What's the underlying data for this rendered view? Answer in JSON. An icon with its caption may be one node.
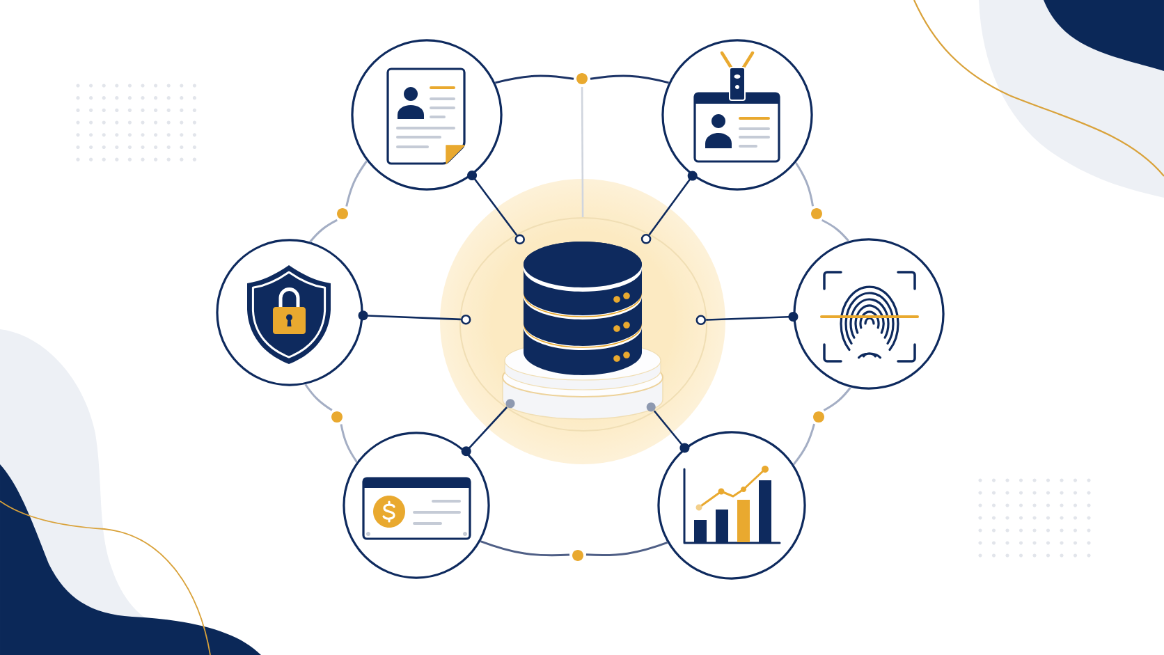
{
  "diagram": {
    "nodes": [
      {
        "text": [],
        "shape": "circle"
      },
      {
        "text": [],
        "shape": "circle"
      },
      {
        "text": [],
        "shape": "circle"
      },
      {
        "text": [],
        "shape": "circle"
      },
      {
        "text": [],
        "shape": "circle"
      },
      {
        "text": [],
        "shape": "circle"
      },
      {
        "text": [],
        "shape": "cylinder"
      },
      {
        "text": [],
        "shape": "circle",
        "in": 6
      },
      {
        "text": [],
        "shape": "circle",
        "in": 6
      },
      {
        "text": [],
        "shape": "circle",
        "in": 6
      },
      {
        "text": [],
        "shape": "circle",
        "in": 6
      },
      {
        "text": [],
        "shape": "circle",
        "in": 6
      },
      {
        "text": [],
        "shape": "circle",
        "in": 6
      },
      {
        "text": [],
        "shape": "circle"
      },
      {
        "text": [],
        "shape": "circle"
      },
      {
        "text": [],
        "shape": "circle"
      },
      {
        "text": [],
        "shape": "circle"
      },
      {
        "text": [],
        "shape": "circle"
      },
      {
        "text": [],
        "shape": "circle"
      }
    ],
    "edges": [
      {
        "from": 0,
        "to": 1,
        "arrow": "none",
        "color": "#1c3366"
      },
      {
        "from": 1,
        "to": 2,
        "arrow": "none",
        "color": "#1c3366"
      },
      {
        "from": 2,
        "to": 4,
        "arrow": "none",
        "color": "#a4aec4"
      },
      {
        "from": 4,
        "to": 13,
        "arrow": "none",
        "color": "#a4aec4"
      },
      {
        "from": 13,
        "to": 15,
        "arrow": "none",
        "color": "#a4aec4"
      },
      {
        "from": 15,
        "to": 18,
        "arrow": "none",
        "color": "#a4aec4"
      },
      {
        "from": 18,
        "to": 17,
        "arrow": "none",
        "color": "#4f5f86"
      },
      {
        "from": 17,
        "to": 16,
        "arrow": "none",
        "color": "#4f5f86"
      },
      {
        "from": 16,
        "to": 14,
        "arrow": "none",
        "color": "#a4aec4"
      },
      {
        "from": 14,
        "to": 5,
        "arrow": "none",
        "color": "#a4aec4"
      },
      {
        "from": 5,
        "to": 3,
        "arrow": "none",
        "color": "#a4aec4"
      },
      {
        "from": 3,
        "to": 0,
        "arrow": "none",
        "color": "#a4aec4"
      },
      {
        "from": 0,
        "to": 7,
        "arrow": "other",
        "color": "#0e2a5e"
      },
      {
        "from": 2,
        "to": 8,
        "arrow": "other",
        "color": "#0e2a5e"
      },
      {
        "from": 5,
        "to": 9,
        "arrow": "other",
        "color": "#0e2a5e"
      },
      {
        "from": 13,
        "to": 10,
        "arrow": "other",
        "color": "#0e2a5e"
      },
      {
        "from": 16,
        "to": 11,
        "arrow": "other",
        "color": "#0e2a5e"
      },
      {
        "from": 18,
        "to": 12,
        "arrow": "other",
        "color": "#0e2a5e"
      },
      {
        "from": 1,
        "to": 6,
        "arrow": "none",
        "color": "#d0d5de"
      }
    ]
  }
}
